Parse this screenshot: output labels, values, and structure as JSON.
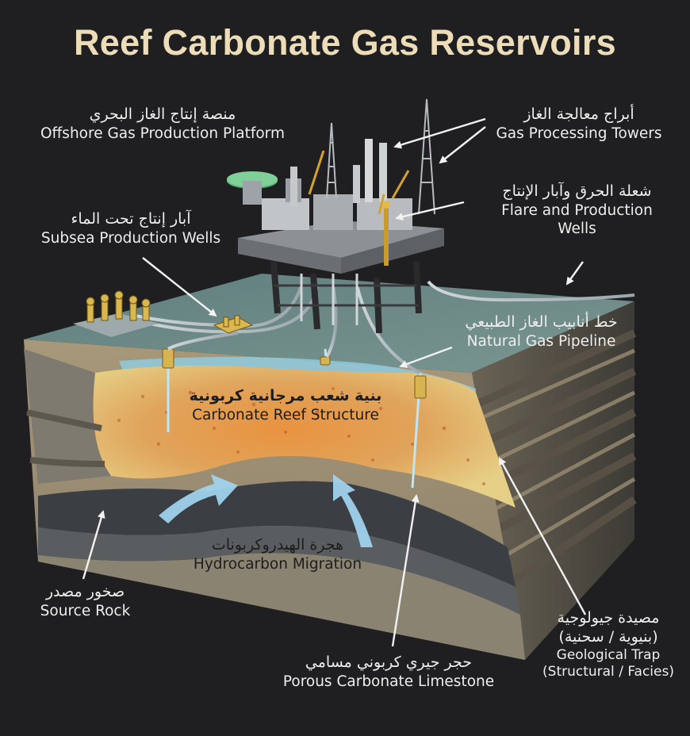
{
  "title": "Reef Carbonate Gas Reservoirs",
  "labels": {
    "platform": {
      "ar": "منصة إنتاج الغاز البحري",
      "en": "Offshore Gas Production Platform"
    },
    "towers": {
      "ar": "أبراج معالجة الغاز",
      "en": "Gas Processing Towers"
    },
    "flare": {
      "ar": "شعلة الحرق وآبار الإنتاج",
      "en": "Flare and Production",
      "en_line2": "Wells"
    },
    "subsea": {
      "ar": "آبار إنتاج تحت الماء",
      "en": "Subsea Production Wells"
    },
    "pipeline": {
      "ar": "خط أنابيب الغاز الطبيعي",
      "en": "Natural Gas Pipeline"
    },
    "reef": {
      "ar": "بنية شعب مرجانية كربونية",
      "en": "Carbonate Reef Structure"
    },
    "migration": {
      "ar": "هجرة الهيدروكربونات",
      "en": "Hydrocarbon Migration"
    },
    "source": {
      "ar": "صخور مصدر",
      "en": "Source Rock"
    },
    "limestone": {
      "ar": "حجر جيري كربوني مسامي",
      "en": "Porous Carbonate Limestone"
    },
    "trap": {
      "ar": "مصيدة جيولوجية",
      "ar_line2": "(بنيوية / سحنية)",
      "en": "Geological Trap",
      "en_line2": "(Structural / Facies)"
    }
  },
  "colors": {
    "background": "#1f1f21",
    "title": "#ecdcb8",
    "label": "#eeeeee",
    "seabed": "#6e8a88",
    "reef_orange": "#d98a45",
    "reef_yellow": "#e2c878",
    "shale_dark": "#4a4e52",
    "water_blue": "#8ed2ee",
    "arrow_blue": "#9fd2ec"
  },
  "icons": [
    "platform-rig",
    "subsea-wellhead",
    "flare-stack"
  ]
}
